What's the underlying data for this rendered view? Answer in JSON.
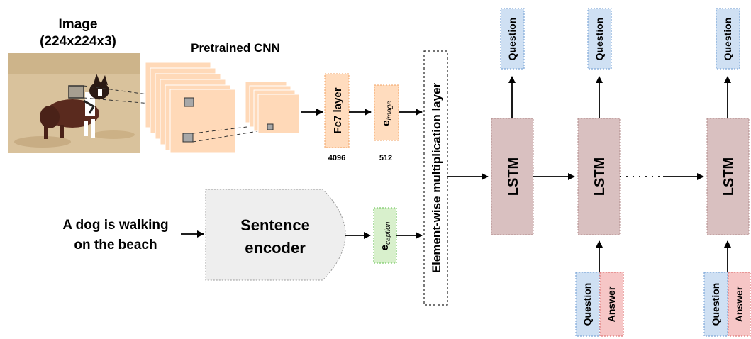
{
  "image_block": {
    "title_line1": "Image",
    "title_line2": "(224x224x3)",
    "photo_subject": "dog on beach"
  },
  "cnn": {
    "title": "Pretrained CNN"
  },
  "fc7": {
    "label": "Fc7 layer",
    "size": "4096"
  },
  "e_image": {
    "base": "e",
    "sub": "image",
    "size": "512"
  },
  "sentence": {
    "input_line1": "A dog is walking",
    "input_line2": "on the beach",
    "encoder_line1": "Sentence",
    "encoder_line2": "encoder"
  },
  "e_caption": {
    "base": "e",
    "sub": "caption"
  },
  "mult_layer": {
    "label": "Element-wise multiplication layer"
  },
  "lstm": {
    "label": "LSTM"
  },
  "outputs": {
    "question": "Question"
  },
  "inputs": {
    "question": "Question",
    "answer": "Answer"
  },
  "colors": {
    "cnn_fill": "#ffd9b8",
    "fc_fill": "#ffdcbe",
    "e_caption_fill": "#d8f0cc",
    "e_caption_border": "#7cc96a",
    "encoder_fill": "#eeeeee",
    "lstm_fill": "#d9c0c0",
    "question_fill": "#cfe0f3",
    "question_border": "#7fa8d8",
    "answer_fill": "#f6c6c6",
    "answer_border": "#e07a7a"
  }
}
